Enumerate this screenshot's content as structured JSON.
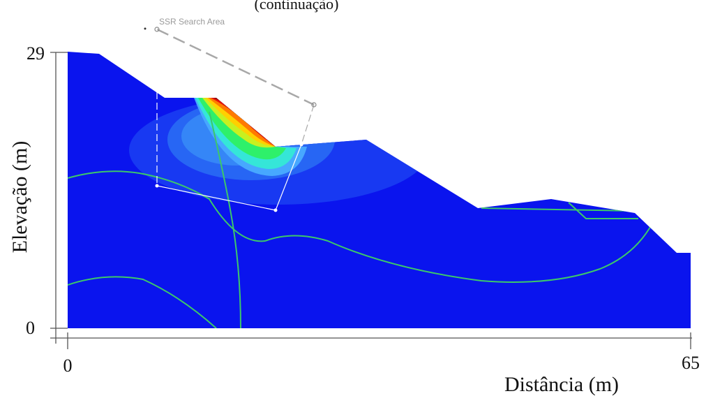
{
  "caption": "(continuação)",
  "search_area_label": "SSR Search Area",
  "axes": {
    "x": {
      "title": "Distância (m)",
      "min": 0,
      "max": 65,
      "ticks": [
        "0",
        "65"
      ]
    },
    "y": {
      "title": "Elevação (m)",
      "min": 0,
      "max": 29,
      "ticks": [
        "0",
        "29"
      ]
    }
  },
  "colors": {
    "background_fill": "#0a14ee",
    "halo_outer": "#1a3df2",
    "halo_inner": "#2a6ef4",
    "contour_line": "#3cc86a",
    "search_box_dash": "#a8a8a8",
    "search_polygon": "#ffffff",
    "slip_bands": [
      "#47a8ff",
      "#35e6d8",
      "#2ef06a",
      "#c8f020",
      "#ffd000",
      "#ff7a00",
      "#e01010",
      "#7a0000"
    ]
  }
}
